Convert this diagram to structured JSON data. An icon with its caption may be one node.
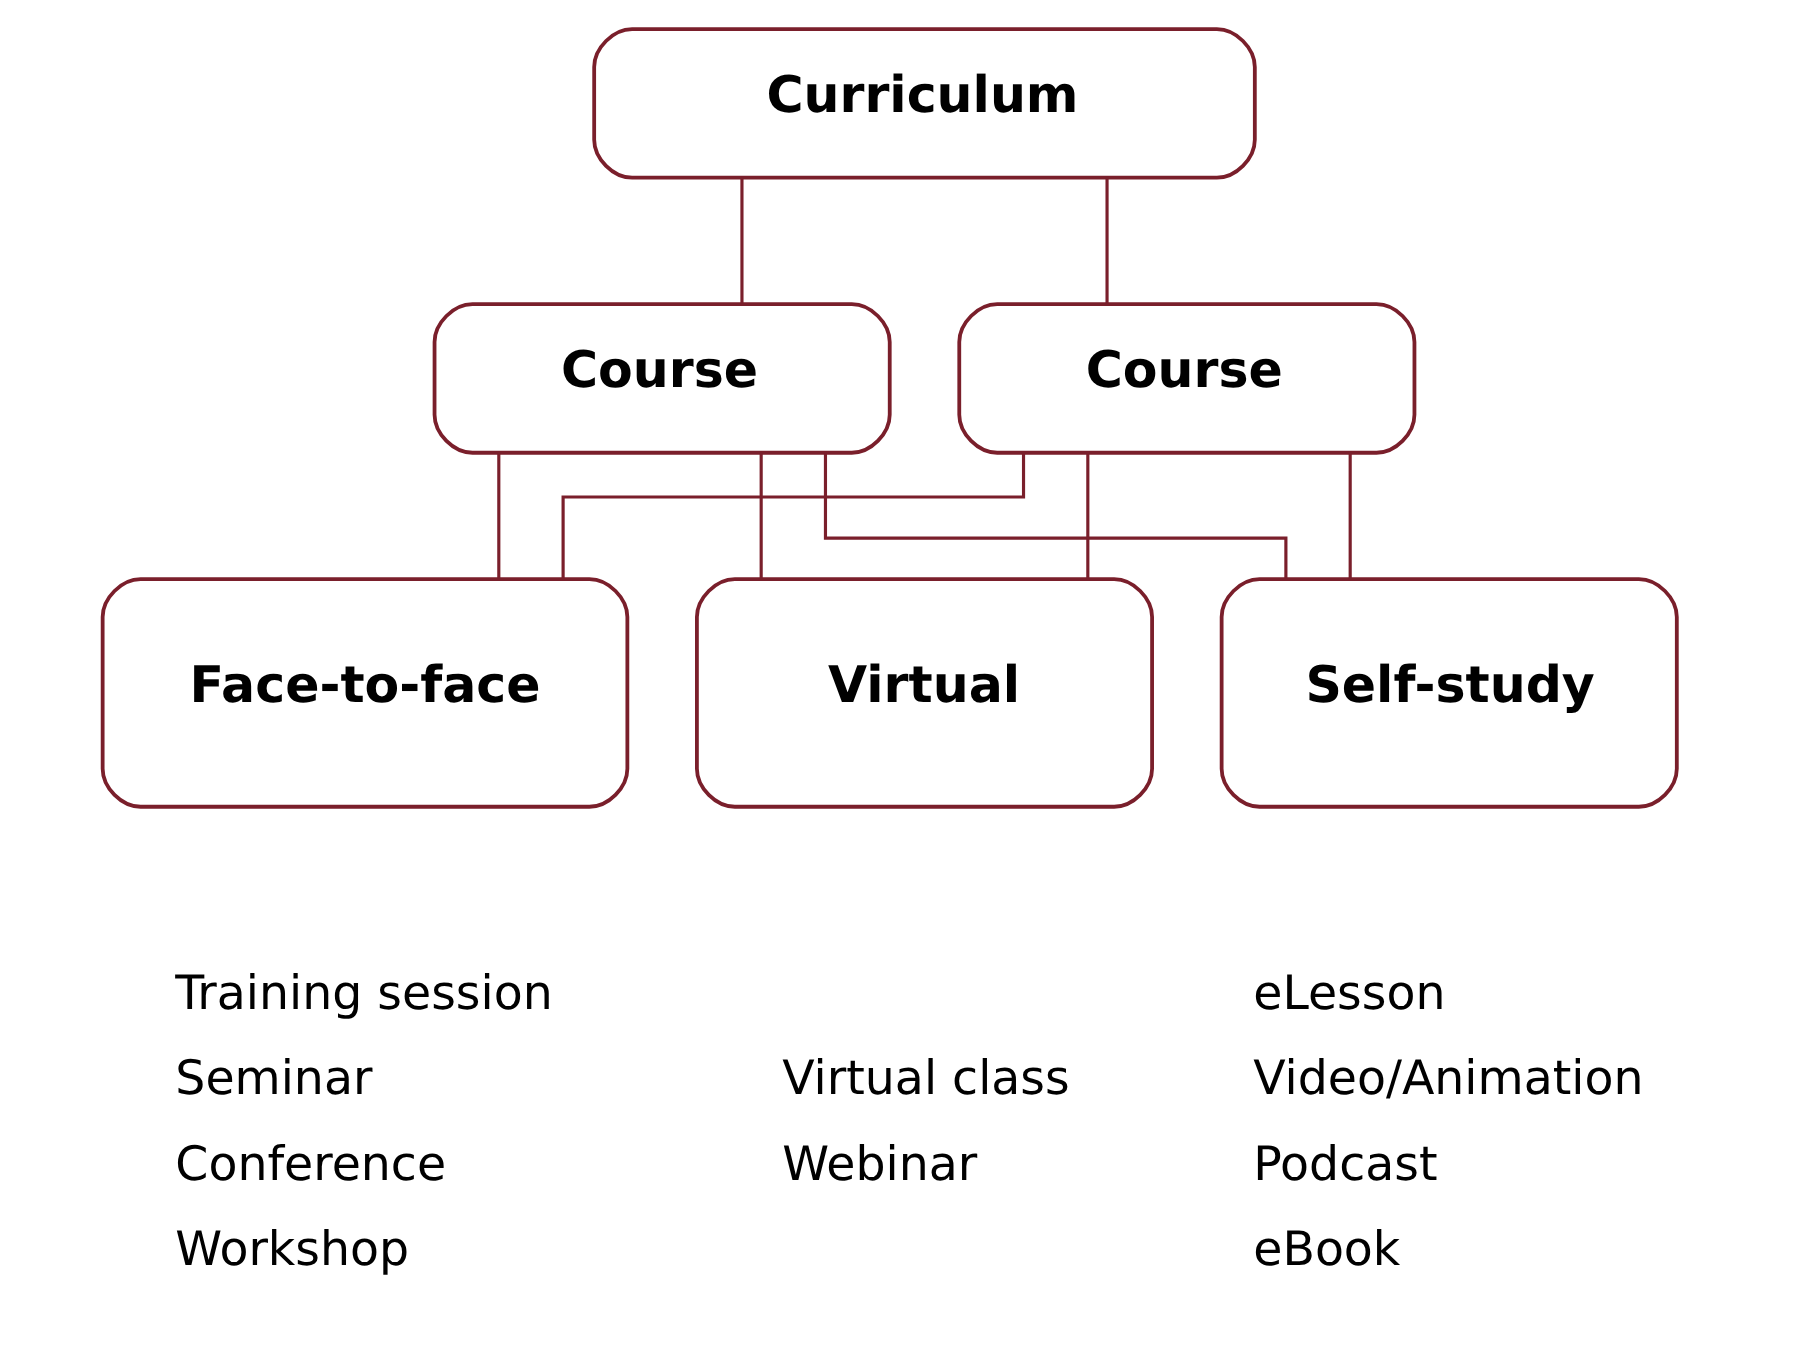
{
  "diagram": {
    "nodes": [
      {
        "text": [
          "Curriculum"
        ]
      },
      {
        "text": [
          "Course"
        ]
      },
      {
        "text": [
          "Course"
        ]
      },
      {
        "text": [
          "Face-to-face"
        ],
        "beside": [
          "Training session",
          "Seminar",
          "Conference",
          "Workshop"
        ]
      },
      {
        "text": [
          "Virtual"
        ],
        "beside": [
          "Virtual class",
          "Webinar"
        ]
      },
      {
        "text": [
          "Self-study"
        ],
        "beside": [
          "eLesson",
          "Video/Animation",
          "Podcast",
          "eBook"
        ]
      }
    ],
    "edges": [
      {
        "from": 0,
        "to": 1,
        "arrow": "none"
      },
      {
        "from": 0,
        "to": 2,
        "arrow": "none"
      },
      {
        "from": 1,
        "to": 3,
        "arrow": "none"
      },
      {
        "from": 1,
        "to": 4,
        "arrow": "none"
      },
      {
        "from": 1,
        "to": 5,
        "arrow": "none"
      },
      {
        "from": 2,
        "to": 3,
        "arrow": "none"
      },
      {
        "from": 2,
        "to": 4,
        "arrow": "none"
      },
      {
        "from": 2,
        "to": 5,
        "arrow": "none"
      }
    ]
  }
}
